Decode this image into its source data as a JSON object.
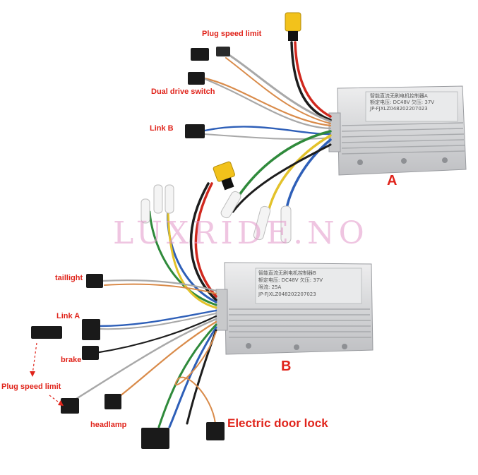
{
  "labels": {
    "plug_speed_limit_top": "Plug speed limit",
    "dual_drive_switch": "Dual drive switch",
    "link_b": "Link B",
    "taillight": "taillight",
    "link_a": "Link A",
    "brake": "brake",
    "plug_speed_limit_bottom": "Plug speed limit",
    "headlamp": "headlamp",
    "electric_door_lock": "Electric door lock",
    "controller_a": "A",
    "controller_b": "B"
  },
  "watermark": "LUXRIDE.NO",
  "controller_a_label": {
    "line1": "智能直流无刷电机控制器A",
    "line2": "额定电压: DC48V    欠压: 37V",
    "line3": "JP-FJXLZ048202207023"
  },
  "controller_b_label": {
    "line1": "智能直流无刷电机控制器B",
    "line2": "额定电压: DC48V    欠压: 37V",
    "line3": "限流: 25A",
    "line4": "JP-FJXLZ048202207023"
  },
  "colors": {
    "label_red": "#e0241b",
    "controller_body": "#d9dadc",
    "controller_fin": "#b9bbbe",
    "xt60_yellow": "#f2c21b",
    "wire_red": "#d0281e",
    "wire_black": "#1d1d1d",
    "wire_blue": "#2e5fb8",
    "wire_green": "#2f8a3b",
    "wire_yellow": "#e3c22a",
    "wire_gray": "#a8a8a8",
    "wire_orange": "#d98b4a",
    "watermark": "#e196c8"
  }
}
